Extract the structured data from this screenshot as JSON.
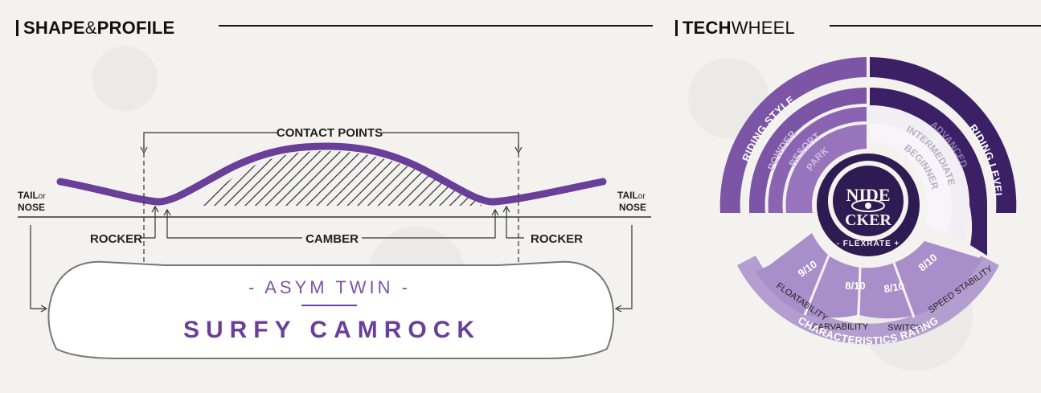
{
  "shape_profile": {
    "title_bold_1": "SHAPE",
    "title_amp": "&",
    "title_bold_2": "PROFILE",
    "contact_points": "CONTACT POINTS",
    "tail_left": "TAIL",
    "or_left": "or",
    "nose_left": "NOSE",
    "tail_right": "TAIL",
    "or_right": "or",
    "nose_right": "NOSE",
    "rocker_left": "ROCKER",
    "camber": "CAMBER",
    "rocker_right": "ROCKER",
    "shape_name": "- ASYM TWIN -",
    "profile_name": "SURFY CAMROCK"
  },
  "tech_wheel": {
    "title_bold": "TECH",
    "title_thin": "WHEEL",
    "riding_style": {
      "label": "RIDING STYLE",
      "levels": [
        "POWDER",
        "RESORT",
        "PARK"
      ],
      "filled": 3
    },
    "riding_level": {
      "label": "RIDING LEVEL",
      "levels": [
        "ADVANCED",
        "INTERMEDIATE",
        "BEGINNER"
      ],
      "filled": 1
    },
    "logo_text_top": "NIDE",
    "logo_text_bottom": "CKER",
    "flexrate": "- FLEXRATE +",
    "characteristics_label": "CHARACTERISTICS RATING",
    "ratings": [
      {
        "name": "FLOATABILITY",
        "value": "9/10"
      },
      {
        "name": "CARVABILITY",
        "value": "8/10"
      },
      {
        "name": "SWITCH",
        "value": "8/10"
      },
      {
        "name": "SPEED STABILITY",
        "value": "8/10"
      }
    ],
    "colors": {
      "riding_style": "#7d55a6",
      "riding_level": "#3b2066",
      "characteristics": "#b49ed0",
      "characteristics_dark": "#9a7fc1",
      "center": "#2e1b52"
    }
  }
}
